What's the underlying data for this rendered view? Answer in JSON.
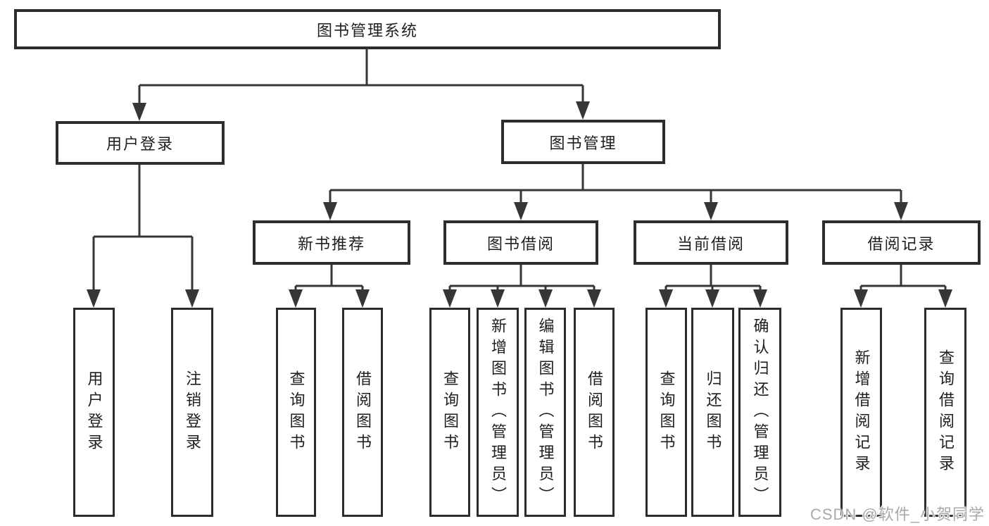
{
  "diagram": {
    "root": "图书管理系统",
    "user_login": {
      "label": "用户登录",
      "children": {
        "login": "用户登录",
        "logout": "注销登录"
      }
    },
    "book_management": {
      "label": "图书管理",
      "new_book_recommend": {
        "label": "新书推荐",
        "children": {
          "query_book": "查询图书",
          "borrow_book": "借阅图书"
        }
      },
      "book_borrow": {
        "label": "图书借阅",
        "children": {
          "query_book": "查询图书",
          "add_book": "新增图书（管理员）",
          "edit_book": "编辑图书（管理员）",
          "borrow_book": "借阅图书"
        }
      },
      "current_borrow": {
        "label": "当前借阅",
        "children": {
          "query_book": "查询图书",
          "return_book": "归还图书",
          "confirm_return": "确认归还（管理员）"
        }
      },
      "borrow_record": {
        "label": "借阅记录",
        "children": {
          "add_record": "新增借阅记录",
          "query_record": "查询借阅记录"
        }
      }
    }
  },
  "watermark": "CSDN @软件_小贺同学",
  "colors": {
    "background": "#ffffff",
    "line": "#363636",
    "box_border": "#2d2d2d",
    "text": "#1f1f1f",
    "watermark": "#a9a9a9"
  }
}
